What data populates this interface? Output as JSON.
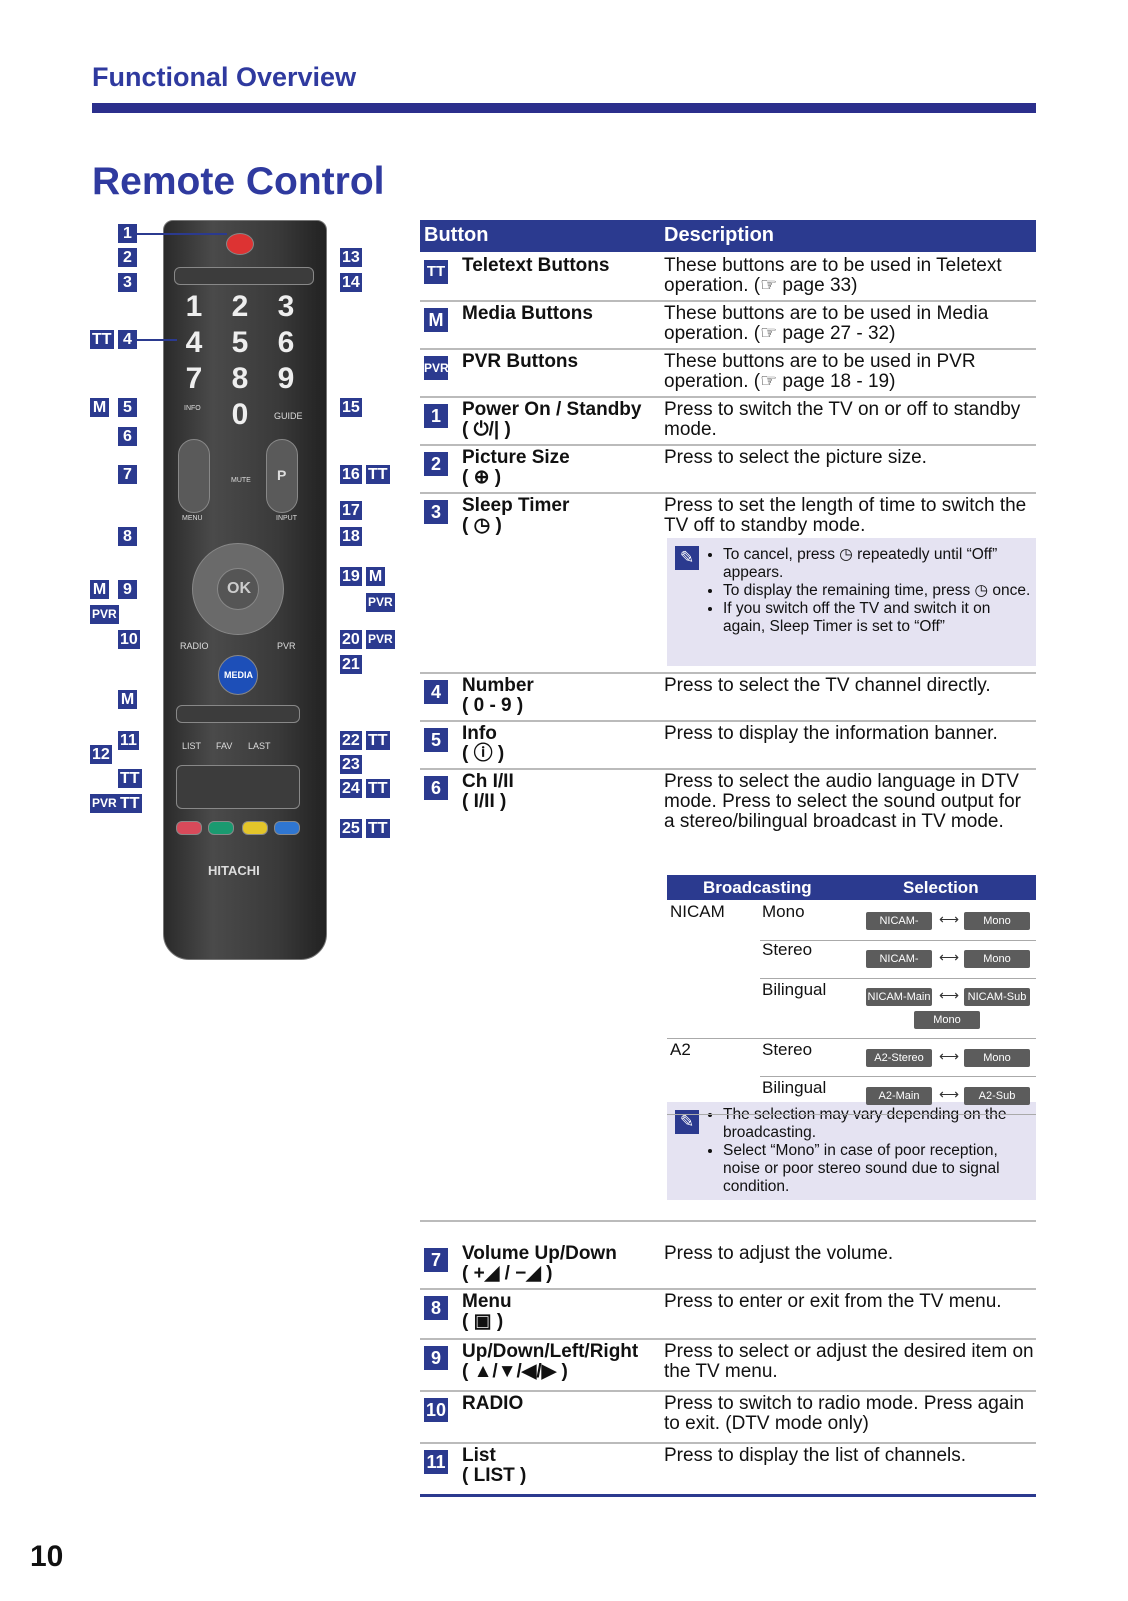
{
  "header": {
    "section_title": "Functional Overview",
    "page_title": "Remote Control"
  },
  "page_number": "10",
  "remote": {
    "keys": [
      "1",
      "2",
      "3",
      "4",
      "5",
      "6",
      "7",
      "8",
      "9",
      "0"
    ],
    "labels": {
      "info": "INFO",
      "guide": "GUIDE",
      "menu": "MENU",
      "input": "INPUT",
      "ok": "OK",
      "radio": "RADIO",
      "pvr": "PVR",
      "media": "MEDIA",
      "list": "LIST",
      "fav": "FAV",
      "last": "LAST",
      "brand": "HITACHI",
      "mute": "MUTE",
      "p": "P"
    },
    "callouts_left": [
      "1",
      "2",
      "3",
      "4",
      "5",
      "6",
      "7",
      "8",
      "9",
      "10",
      "M",
      "11",
      "12"
    ],
    "callouts_right": [
      "13",
      "14",
      "15",
      "16",
      "17",
      "18",
      "19",
      "20",
      "21",
      "22",
      "23",
      "24",
      "25"
    ]
  },
  "table": {
    "header": {
      "button": "Button",
      "description": "Description"
    },
    "rows": [
      {
        "badge": "TT",
        "name": "Teletext Buttons",
        "desc": "These buttons are to be used in Teletext operation. (☞ page 33)"
      },
      {
        "badge": "M",
        "name": "Media Buttons",
        "desc": "These buttons are to be used in Media operation. (☞ page 27 - 32)"
      },
      {
        "badge": "PVR",
        "name": "PVR Buttons",
        "desc": "These buttons are to be used in PVR operation. (☞ page 18 - 19)"
      },
      {
        "badge": "1",
        "name": "Power On / Standby",
        "sub": "( ⏻/| )",
        "desc": "Press to switch the TV on or off to standby mode."
      },
      {
        "badge": "2",
        "name": "Picture Size",
        "sub": "( ⊕ )",
        "desc": "Press to select the picture size."
      },
      {
        "badge": "3",
        "name": "Sleep Timer",
        "sub": "( ◷ )",
        "desc": "Press to set the length of time to switch the TV off to standby mode."
      },
      {
        "badge": "4",
        "name": "Number",
        "sub": "( 0 - 9 )",
        "desc": "Press to select the TV channel directly."
      },
      {
        "badge": "5",
        "name": "Info",
        "sub": "( ⓘ )",
        "desc": "Press to display the information banner."
      },
      {
        "badge": "6",
        "name": "Ch I/II",
        "sub": "( I/II )",
        "desc": "Press to select the audio language in DTV mode. Press to select the sound output for a stereo/bilingual broadcast in TV mode."
      },
      {
        "badge": "7",
        "name": "Volume Up/Down",
        "sub": "( +◢ / −◢ )",
        "desc": "Press to adjust the volume."
      },
      {
        "badge": "8",
        "name": "Menu",
        "sub": "( ▣ )",
        "desc": "Press to enter or exit from the TV menu."
      },
      {
        "badge": "9",
        "name": "Up/Down/Left/Right",
        "sub": "( ▲/▼/◀/▶ )",
        "desc": "Press to select or adjust the desired item on the TV menu."
      },
      {
        "badge": "10",
        "name": "RADIO",
        "desc": "Press to switch to radio mode.  Press again to exit. (DTV mode only)"
      },
      {
        "badge": "11",
        "name": "List",
        "sub": "( LIST )",
        "desc": "Press to display the list of channels."
      }
    ],
    "sleep_note": [
      "To cancel, press ◷ repeatedly until “Off” appears.",
      "To display the remaining time, press ◷ once.",
      "If you switch off the TV and switch it on again, Sleep Timer is set to “Off”"
    ],
    "broadcast": {
      "header": {
        "broadcasting": "Broadcasting",
        "selection": "Selection"
      },
      "rows": [
        {
          "system": "NICAM",
          "mode": "Mono",
          "sel": [
            "NICAM-Mono",
            "Mono"
          ]
        },
        {
          "system": "",
          "mode": "Stereo",
          "sel": [
            "NICAM-Stereo",
            "Mono"
          ]
        },
        {
          "system": "",
          "mode": "Bilingual",
          "sel": [
            "NICAM-Main",
            "NICAM-Sub",
            "Mono"
          ]
        },
        {
          "system": "A2",
          "mode": "Stereo",
          "sel": [
            "A2-Stereo",
            "Mono"
          ]
        },
        {
          "system": "",
          "mode": "Bilingual",
          "sel": [
            "A2-Main",
            "A2-Sub"
          ]
        }
      ]
    },
    "audio_note": [
      "The selection may vary depending on the broadcasting.",
      "Select “Mono” in case of poor reception, noise or poor stereo sound due to signal condition."
    ]
  }
}
